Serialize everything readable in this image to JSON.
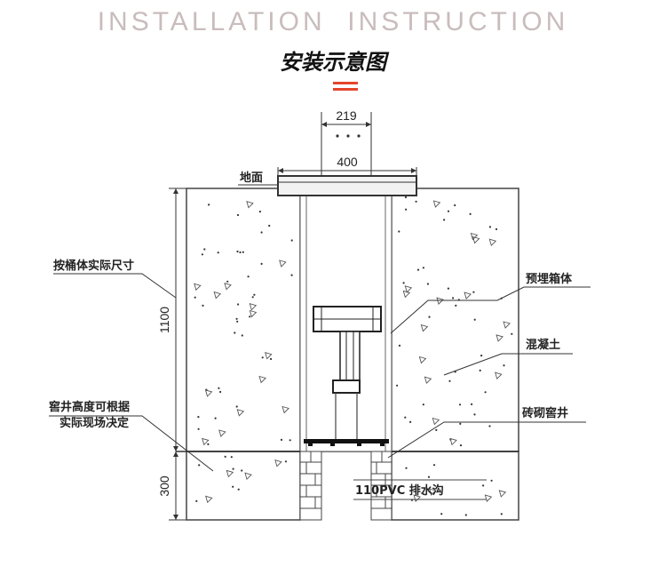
{
  "header": {
    "title_en": "INSTALLATION  INSTRUCTION",
    "title_cn": "安装示意图"
  },
  "colors": {
    "accent": "#e5452b",
    "title_en": "#c9bcbc",
    "line": "#444444",
    "fill_light": "#f7f7f7"
  },
  "dimensions": {
    "top_width": "219",
    "lid_width": "400",
    "upper_depth": "1100",
    "lower_depth": "300"
  },
  "labels": {
    "ground": "地面",
    "per_tank_size": "按桶体实际尺寸",
    "well_height_line1": "窖井高度可根据",
    "well_height_line2": "实际现场决定",
    "embedded_box": "预埋箱体",
    "concrete": "混凝土",
    "brick_well": "砖砌窖井",
    "drain": "110PVC 排水沟"
  }
}
